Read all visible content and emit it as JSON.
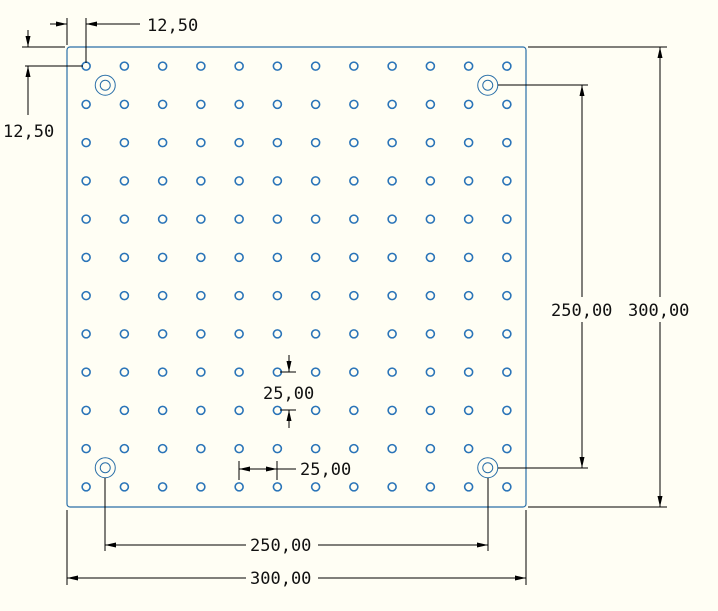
{
  "drawing": {
    "plate": {
      "width_mm": 300,
      "height_mm": 300
    },
    "hole_grid": {
      "rows": 12,
      "cols": 12,
      "pitch_mm": 25,
      "edge_offset_mm": 12.5
    },
    "mount_holes_offset_mm": 25,
    "line_color": "#2a6fa8"
  },
  "dimensions": {
    "top_offset": "12,50",
    "left_offset": "12,50",
    "vertical_pitch": "25,00",
    "horizontal_pitch": "25,00",
    "mount_vertical": "250,00",
    "plate_height": "300,00",
    "mount_horizontal": "250,00",
    "plate_width": "300,00"
  }
}
